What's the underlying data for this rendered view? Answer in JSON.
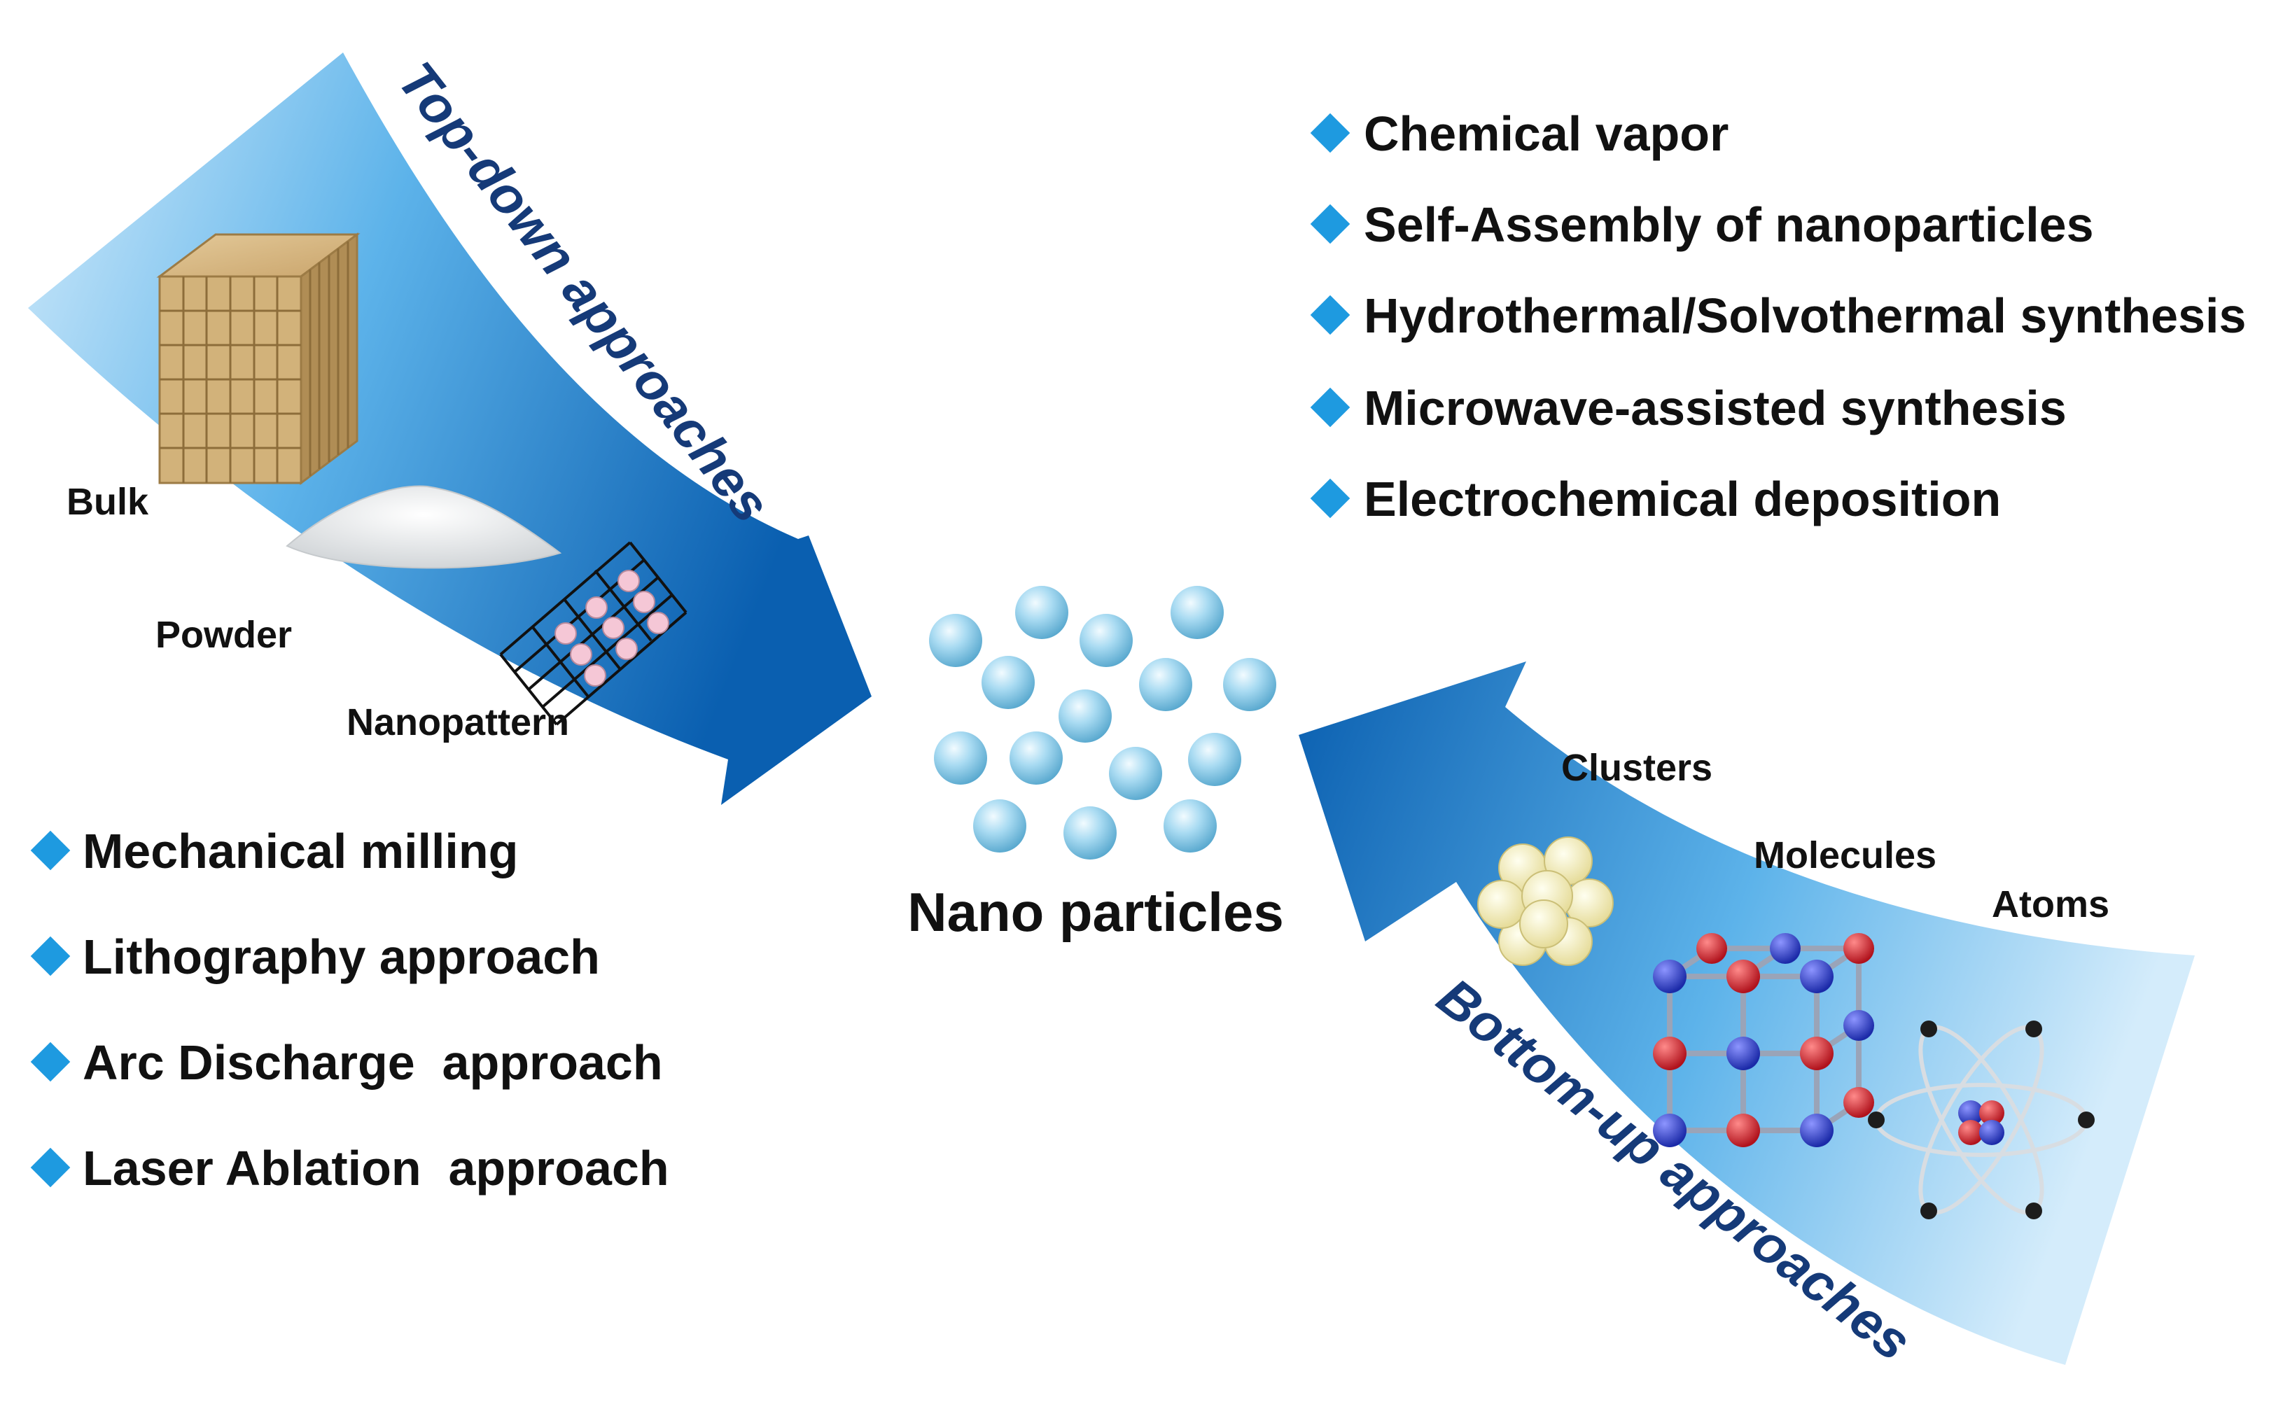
{
  "top_down": {
    "title": "Top-down approaches",
    "stages": [
      "Bulk",
      "Powder",
      "Nanopattern"
    ],
    "methods": [
      "Mechanical milling",
      "Lithography approach",
      "Arc Discharge  approach",
      "Laser Ablation  approach"
    ]
  },
  "bottom_up": {
    "title": "Bottom-up approaches",
    "stages": [
      "Clusters",
      "Molecules",
      "Atoms"
    ],
    "methods": [
      "Chemical vapor",
      "Self-Assembly of nanoparticles",
      "Hydrothermal/Solvothermal synthesis",
      "Microwave-assisted synthesis",
      "Electrochemical deposition"
    ]
  },
  "center": {
    "label": "Nano particles"
  },
  "colors": {
    "arrow_light": "#c8e6fa",
    "arrow_mid": "#3a9be0",
    "arrow_dark": "#0a5fb0",
    "bullet": "#1e9ae0",
    "title_text": "#153a78",
    "particle": "#8fcbe8",
    "label_text": "#111111"
  },
  "icons": [
    "bulk-cube-icon",
    "powder-pile-icon",
    "nanopattern-lattice-icon",
    "cluster-icon",
    "molecule-lattice-icon",
    "atom-icon",
    "nanoparticle-sphere-icon",
    "bullet-diamond-icon"
  ]
}
